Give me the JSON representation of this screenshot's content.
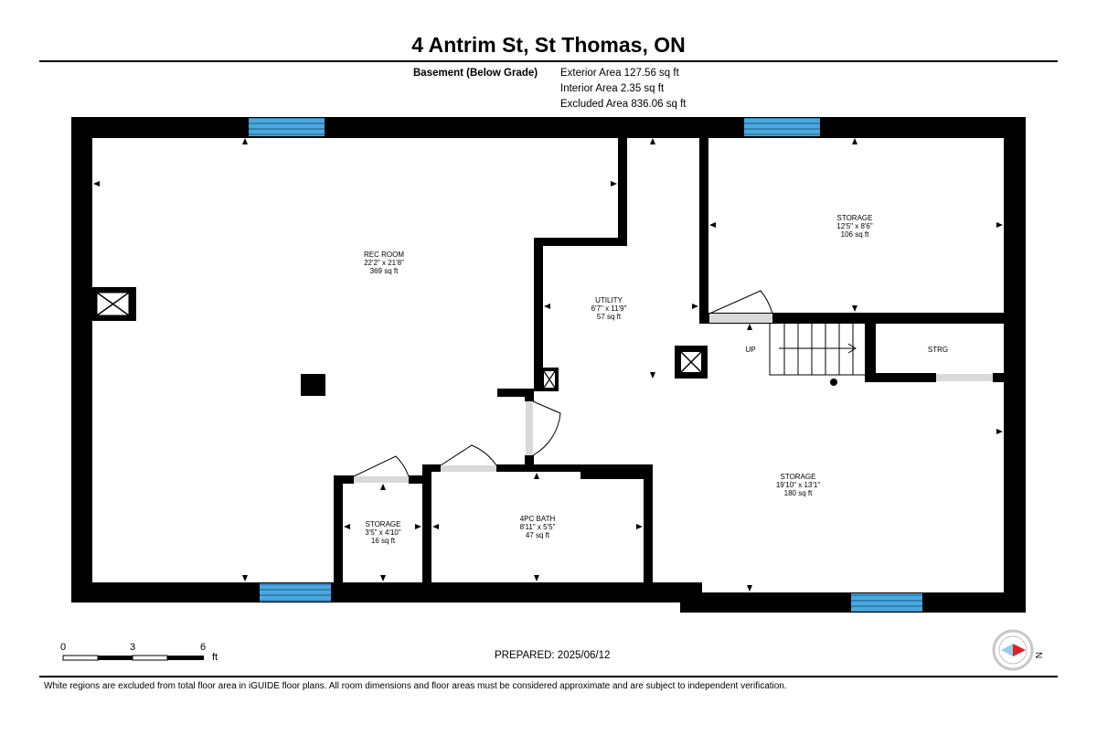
{
  "header": {
    "title": "4 Antrim St, St Thomas, ON",
    "floor_name": "Basement (Below Grade)",
    "exterior_area": "Exterior Area 127.56 sq ft",
    "interior_area": "Interior Area 2.35 sq ft",
    "excluded_area": "Excluded Area 836.06 sq ft"
  },
  "rooms": [
    {
      "name": "REC ROOM",
      "dims": "22'2\" x 21'8\"",
      "area": "369 sq ft"
    },
    {
      "name": "STORAGE",
      "dims": "12'5\" x 8'6\"",
      "area": "106 sq ft"
    },
    {
      "name": "UTILITY",
      "dims": "6'7\" x 11'9\"",
      "area": "57 sq ft"
    },
    {
      "name": "STORAGE",
      "dims": "19'10\" x 13'1\"",
      "area": "180 sq ft"
    },
    {
      "name": "STORAGE",
      "dims": "3'5\" x 4'10\"",
      "area": "16 sq ft"
    },
    {
      "name": "4PC BATH",
      "dims": "8'11\" x 5'5\"",
      "area": "47 sq ft"
    }
  ],
  "labels": {
    "stairs": "UP",
    "strg": "STRG"
  },
  "scale_bar": {
    "ticks": [
      "0",
      "3",
      "6"
    ],
    "unit": "ft"
  },
  "compass": {
    "direction": "N"
  },
  "footer": {
    "prepared": "PREPARED: 2025/06/12",
    "disclaimer": "White regions are excluded from total floor area in iGUIDE floor plans. All room dimensions and floor areas must be considered approximate and are subject to independent verification."
  },
  "colors": {
    "wall": "#000000",
    "window": "#4aa8de",
    "door_opening": "#d9d9d9",
    "compass_arrow": "#e02020"
  }
}
